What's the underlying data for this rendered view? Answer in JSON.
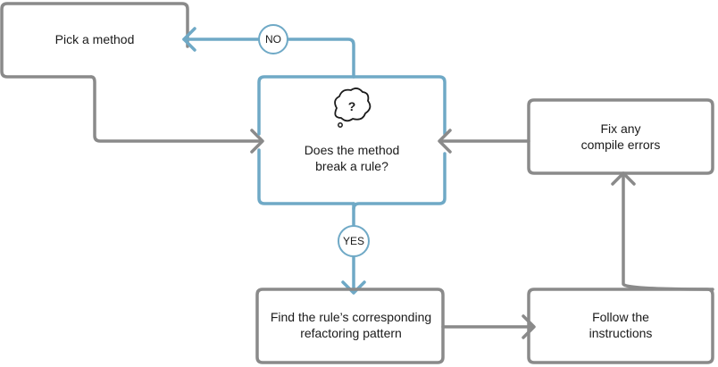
{
  "nodes": {
    "pick_method": {
      "label": "Pick a method"
    },
    "decision": {
      "line1": "Does the method",
      "line2": "break a rule?"
    },
    "fix_errors": {
      "line1": "Fix any",
      "line2": "compile errors"
    },
    "find_pattern": {
      "line1": "Find the rule’s corresponding",
      "line2": "refactoring pattern"
    },
    "follow": {
      "line1": "Follow the",
      "line2": "instructions"
    }
  },
  "edges": {
    "no_label": "NO",
    "yes_label": "YES"
  },
  "icons": {
    "decision_icon": "thought-bubble-question-icon",
    "decision_icon_glyph": "?"
  },
  "colors": {
    "gray_line": "#8a8a8a",
    "blue_line": "#6fa9c6",
    "text": "#1a1a1a"
  }
}
